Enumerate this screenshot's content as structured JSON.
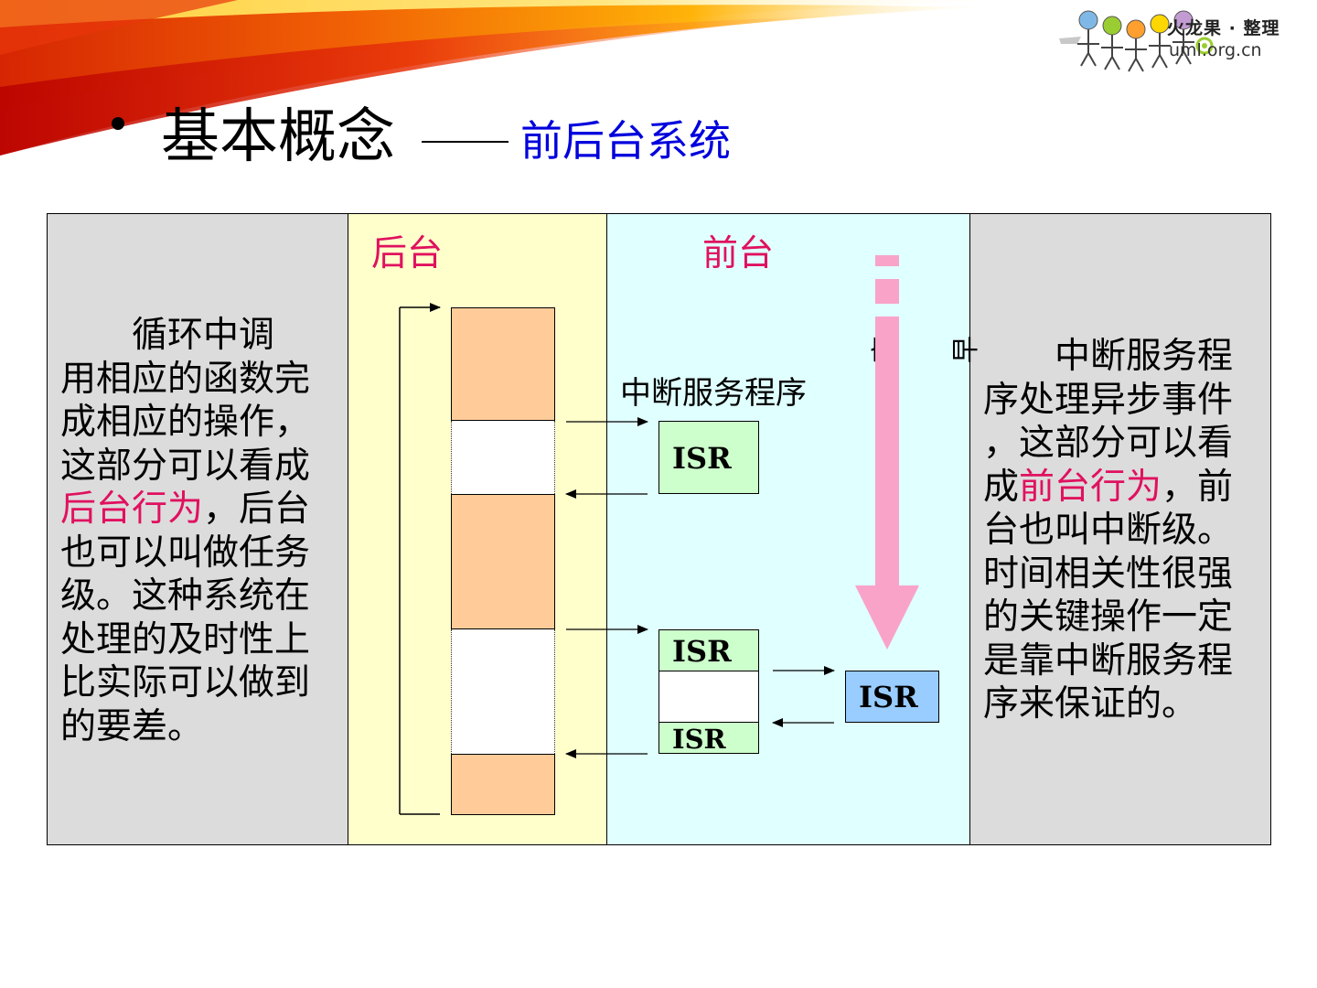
{
  "header": {
    "title_main": "基本概念",
    "title_sub": "前后台系统"
  },
  "logo": {
    "line1": "火龙果 · 整理",
    "line2": "uml.org.cn",
    "colors": [
      "#7fb8e6",
      "#9acd32",
      "#ff9f2f",
      "#ffd700",
      "#c39bd3",
      "#9acd32"
    ]
  },
  "left_panel": {
    "lines": [
      {
        "segments": [
          {
            "text": "　　循环中调",
            "highlight": false
          }
        ]
      },
      {
        "segments": [
          {
            "text": "用相应的函数完",
            "highlight": false
          }
        ]
      },
      {
        "segments": [
          {
            "text": "成相应的操作，",
            "highlight": false
          }
        ]
      },
      {
        "segments": [
          {
            "text": "这部分可以看成",
            "highlight": false
          }
        ]
      },
      {
        "segments": [
          {
            "text": "后台行为",
            "highlight": true
          },
          {
            "text": "，后台",
            "highlight": false
          }
        ]
      },
      {
        "segments": [
          {
            "text": "也可以叫做任务",
            "highlight": false
          }
        ]
      },
      {
        "segments": [
          {
            "text": "级。这种系统在",
            "highlight": false
          }
        ]
      },
      {
        "segments": [
          {
            "text": "处理的及时性上",
            "highlight": false
          }
        ]
      },
      {
        "segments": [
          {
            "text": "比实际可以做到",
            "highlight": false
          }
        ]
      },
      {
        "segments": [
          {
            "text": "的要差。",
            "highlight": false
          }
        ]
      }
    ]
  },
  "background_panel": {
    "label": "后台"
  },
  "foreground_panel": {
    "label": "前台",
    "isr_caption": "中断服务程序",
    "isr_label": "ISR",
    "rotated_chars": [
      "高",
      "早"
    ]
  },
  "right_panel": {
    "lines": [
      {
        "segments": [
          {
            "text": "　　中断服务程",
            "highlight": false
          }
        ]
      },
      {
        "segments": [
          {
            "text": "序处理异步事件",
            "highlight": false
          }
        ]
      },
      {
        "segments": [
          {
            "text": "，这部分可以看",
            "highlight": false
          }
        ]
      },
      {
        "segments": [
          {
            "text": "成",
            "highlight": false
          },
          {
            "text": "前台行为",
            "highlight": true
          },
          {
            "text": "，前",
            "highlight": false
          }
        ]
      },
      {
        "segments": [
          {
            "text": "台也叫中断级。",
            "highlight": false
          }
        ]
      },
      {
        "segments": [
          {
            "text": "时间相关性很强",
            "highlight": false
          }
        ]
      },
      {
        "segments": [
          {
            "text": "的关键操作一定",
            "highlight": false
          }
        ]
      },
      {
        "segments": [
          {
            "text": "是靠中断服务程",
            "highlight": false
          }
        ]
      },
      {
        "segments": [
          {
            "text": "序来保证的。",
            "highlight": false
          }
        ]
      }
    ]
  },
  "colors": {
    "left_panel_bg": "#dcdcdc",
    "background_panel_bg": "#ffffcc",
    "foreground_panel_bg": "#e0ffff",
    "task_block": "#ffcc99",
    "isr_green": "#ccffcc",
    "isr_blue": "#99ccff",
    "highlight_text": "#e0115f",
    "subtitle_text": "#0000dd",
    "priority_arrow": "#f9a3c9"
  }
}
